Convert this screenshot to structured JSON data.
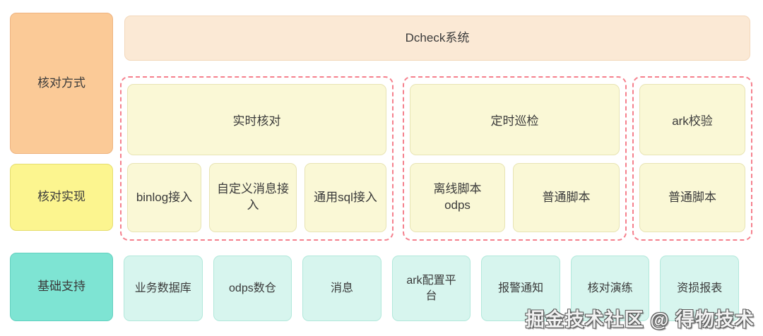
{
  "left_labels": [
    "核对方式",
    "核对实现",
    "基础支持"
  ],
  "system_title": "Dcheck系统",
  "groups": [
    {
      "title": "实时核对",
      "items": [
        "binlog接入",
        "自定义消息接入",
        "通用sql接入"
      ]
    },
    {
      "title": "定时巡检",
      "items": [
        "离线脚本\nodps",
        "普通脚本"
      ]
    },
    {
      "title": "ark校验",
      "items": [
        "普通脚本"
      ]
    }
  ],
  "foundation": [
    "业务数据库",
    "odps数仓",
    "消息",
    "ark配置平台",
    "报警通知",
    "核对演练",
    "资损报表"
  ],
  "watermark": "掘金技术社区 @ 得物技术",
  "colors": {
    "check_method_bg": "#fbca97",
    "check_impl_bg": "#fcf58f",
    "basic_support_bg": "#7ee4d3",
    "system_banner_bg": "#fbe9d5",
    "group_item_bg": "#faf8d6",
    "foundation_item_bg": "#d7f5ee",
    "dashed_border": "#f5808d",
    "text": "#3a3a3a"
  }
}
